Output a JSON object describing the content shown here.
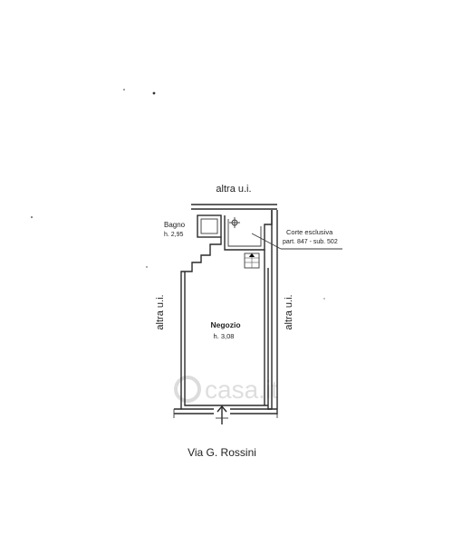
{
  "plan": {
    "top_neighbor_label": "altra u.i.",
    "left_neighbor_label": "altra u.i.",
    "right_neighbor_label": "altra u.i.",
    "bathroom_name": "Bagno",
    "bathroom_height": "h. 2,95",
    "courtyard_line1": "Corte esclusiva",
    "courtyard_line2": "part. 847 - sub. 502",
    "shop_name": "Negozio",
    "shop_height": "h. 3,08",
    "street_name": "Via G. Rossini",
    "watermark": "casa.it"
  },
  "colors": {
    "ink": "#222222",
    "watermark": "#d9d9d9",
    "background": "#ffffff"
  }
}
